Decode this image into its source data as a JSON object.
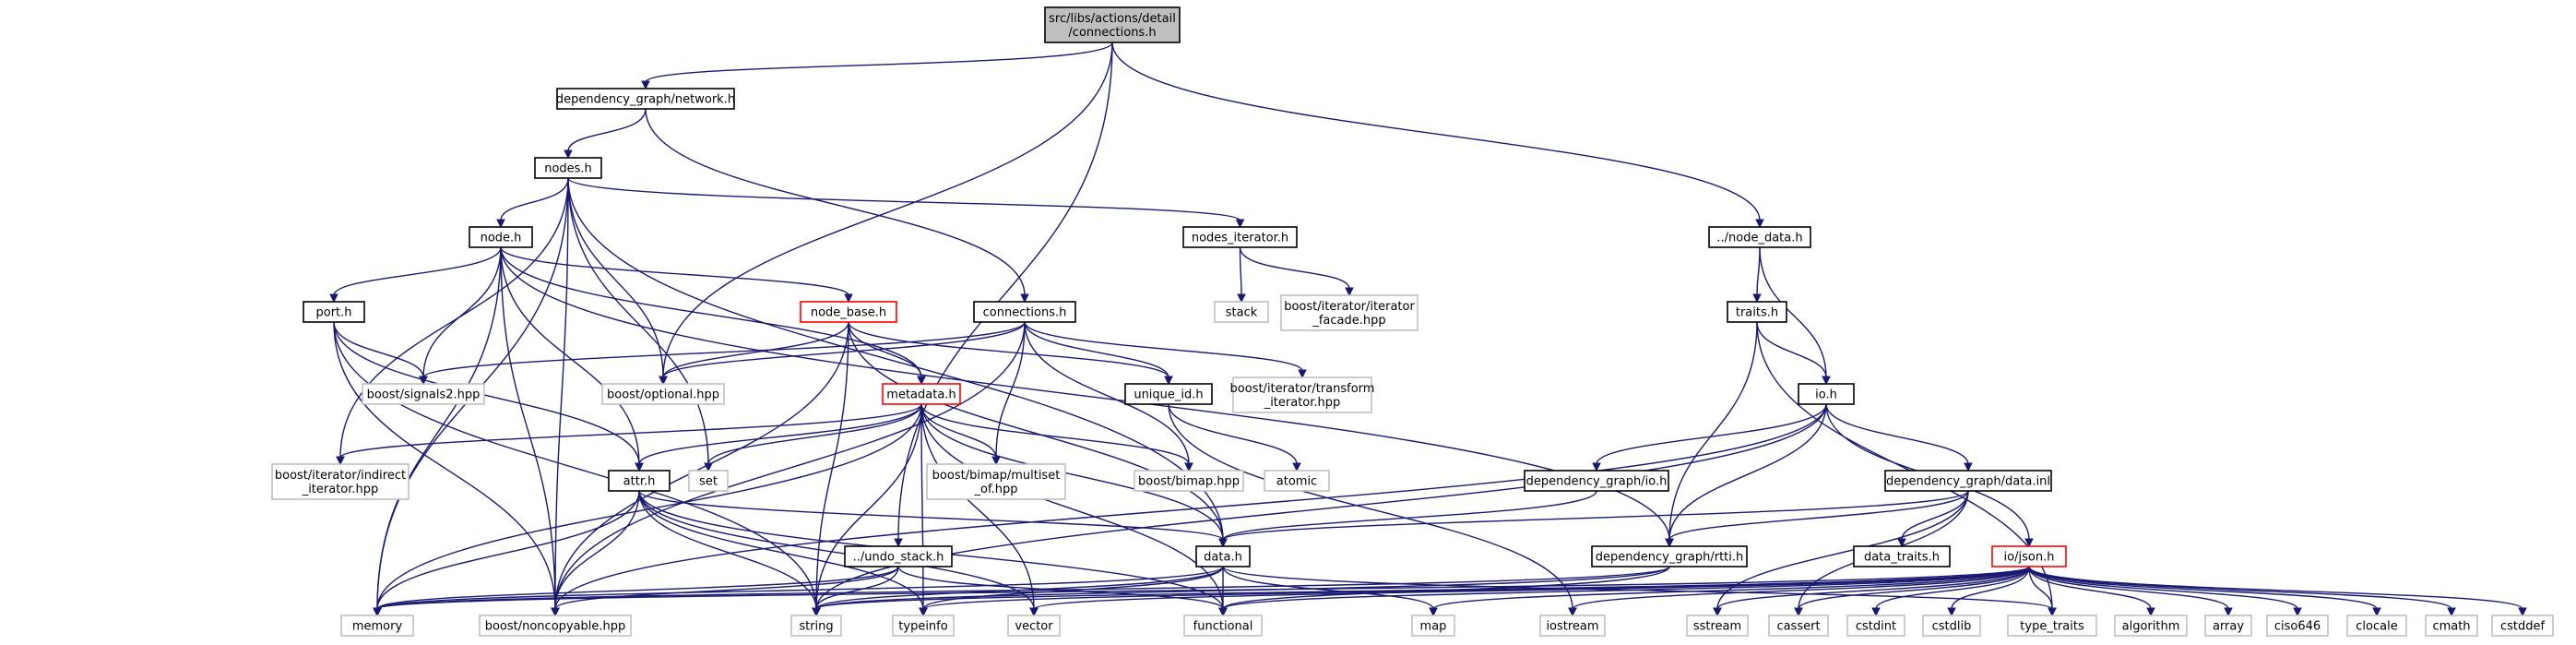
{
  "graph": {
    "nodes": [
      {
        "id": "root",
        "lines": [
          "src/libs/actions/detail",
          "/connections.h"
        ],
        "style": "root"
      },
      {
        "id": "network",
        "lines": [
          "dependency_graph/network.h"
        ],
        "style": "normal"
      },
      {
        "id": "nodes",
        "lines": [
          "nodes.h"
        ],
        "style": "normal"
      },
      {
        "id": "node",
        "lines": [
          "node.h"
        ],
        "style": "normal"
      },
      {
        "id": "nodes_iterator",
        "lines": [
          "nodes_iterator.h"
        ],
        "style": "normal"
      },
      {
        "id": "stack",
        "lines": [
          "stack"
        ],
        "style": "sys"
      },
      {
        "id": "iterator_facade",
        "lines": [
          "boost/iterator/iterator",
          "_facade.hpp"
        ],
        "style": "sys"
      },
      {
        "id": "node_data",
        "lines": [
          "../node_data.h"
        ],
        "style": "normal"
      },
      {
        "id": "traits",
        "lines": [
          "traits.h"
        ],
        "style": "normal"
      },
      {
        "id": "port",
        "lines": [
          "port.h"
        ],
        "style": "normal"
      },
      {
        "id": "node_base",
        "lines": [
          "node_base.h"
        ],
        "style": "red"
      },
      {
        "id": "connections",
        "lines": [
          "connections.h"
        ],
        "style": "normal"
      },
      {
        "id": "signals2",
        "lines": [
          "boost/signals2.hpp"
        ],
        "style": "sys"
      },
      {
        "id": "optional",
        "lines": [
          "boost/optional.hpp"
        ],
        "style": "sys"
      },
      {
        "id": "metadata",
        "lines": [
          "metadata.h"
        ],
        "style": "red"
      },
      {
        "id": "unique_id",
        "lines": [
          "unique_id.h"
        ],
        "style": "normal"
      },
      {
        "id": "transform_iterator",
        "lines": [
          "boost/iterator/transform",
          "_iterator.hpp"
        ],
        "style": "sys"
      },
      {
        "id": "io",
        "lines": [
          "io.h"
        ],
        "style": "normal"
      },
      {
        "id": "indirect_iterator",
        "lines": [
          "boost/iterator/indirect",
          "_iterator.hpp"
        ],
        "style": "sys"
      },
      {
        "id": "set",
        "lines": [
          "set"
        ],
        "style": "sys"
      },
      {
        "id": "attr",
        "lines": [
          "attr.h"
        ],
        "style": "normal"
      },
      {
        "id": "multiset",
        "lines": [
          "boost/bimap/multiset",
          "_of.hpp"
        ],
        "style": "sys"
      },
      {
        "id": "bimap",
        "lines": [
          "boost/bimap.hpp"
        ],
        "style": "sys"
      },
      {
        "id": "atomic",
        "lines": [
          "atomic"
        ],
        "style": "sys"
      },
      {
        "id": "dg_io",
        "lines": [
          "dependency_graph/io.h"
        ],
        "style": "normal"
      },
      {
        "id": "data_inl",
        "lines": [
          "dependency_graph/data.inl"
        ],
        "style": "normal"
      },
      {
        "id": "data_traits",
        "lines": [
          "data_traits.h"
        ],
        "style": "normal"
      },
      {
        "id": "undo_stack",
        "lines": [
          "../undo_stack.h"
        ],
        "style": "normal"
      },
      {
        "id": "data",
        "lines": [
          "data.h"
        ],
        "style": "normal"
      },
      {
        "id": "rtti",
        "lines": [
          "dependency_graph/rtti.h"
        ],
        "style": "normal"
      },
      {
        "id": "json",
        "lines": [
          "io/json.h"
        ],
        "style": "red"
      },
      {
        "id": "memory",
        "lines": [
          "memory"
        ],
        "style": "sys"
      },
      {
        "id": "noncopyable",
        "lines": [
          "boost/noncopyable.hpp"
        ],
        "style": "sys"
      },
      {
        "id": "string",
        "lines": [
          "string"
        ],
        "style": "sys"
      },
      {
        "id": "typeinfo",
        "lines": [
          "typeinfo"
        ],
        "style": "sys"
      },
      {
        "id": "vector",
        "lines": [
          "vector"
        ],
        "style": "sys"
      },
      {
        "id": "functional",
        "lines": [
          "functional"
        ],
        "style": "sys"
      },
      {
        "id": "map",
        "lines": [
          "map"
        ],
        "style": "sys"
      },
      {
        "id": "iostream",
        "lines": [
          "iostream"
        ],
        "style": "sys"
      },
      {
        "id": "sstream",
        "lines": [
          "sstream"
        ],
        "style": "sys"
      },
      {
        "id": "cassert",
        "lines": [
          "cassert"
        ],
        "style": "sys"
      },
      {
        "id": "cstdint",
        "lines": [
          "cstdint"
        ],
        "style": "sys"
      },
      {
        "id": "cstdlib",
        "lines": [
          "cstdlib"
        ],
        "style": "sys"
      },
      {
        "id": "type_traits",
        "lines": [
          "type_traits"
        ],
        "style": "sys"
      },
      {
        "id": "algorithm",
        "lines": [
          "algorithm"
        ],
        "style": "sys"
      },
      {
        "id": "array",
        "lines": [
          "array"
        ],
        "style": "sys"
      },
      {
        "id": "ciso646",
        "lines": [
          "ciso646"
        ],
        "style": "sys"
      },
      {
        "id": "clocale",
        "lines": [
          "clocale"
        ],
        "style": "sys"
      },
      {
        "id": "cmath",
        "lines": [
          "cmath"
        ],
        "style": "sys"
      },
      {
        "id": "cstddef",
        "lines": [
          "cstddef"
        ],
        "style": "sys"
      }
    ],
    "edges": [
      [
        "root",
        "network"
      ],
      [
        "root",
        "optional"
      ],
      [
        "root",
        "node_data"
      ],
      [
        "root",
        "undo_stack"
      ],
      [
        "network",
        "nodes"
      ],
      [
        "network",
        "connections"
      ],
      [
        "nodes",
        "node"
      ],
      [
        "nodes",
        "nodes_iterator"
      ],
      [
        "nodes",
        "memory"
      ],
      [
        "nodes",
        "indirect_iterator"
      ],
      [
        "nodes",
        "noncopyable"
      ],
      [
        "nodes",
        "set"
      ],
      [
        "nodes",
        "optional"
      ],
      [
        "nodes",
        "data"
      ],
      [
        "nodes_iterator",
        "stack"
      ],
      [
        "nodes_iterator",
        "iterator_facade"
      ],
      [
        "node",
        "port"
      ],
      [
        "node",
        "signals2"
      ],
      [
        "node",
        "node_base"
      ],
      [
        "node",
        "metadata"
      ],
      [
        "node",
        "attr"
      ],
      [
        "node",
        "memory"
      ],
      [
        "node",
        "noncopyable"
      ],
      [
        "node",
        "rtti"
      ],
      [
        "port",
        "signals2"
      ],
      [
        "port",
        "attr"
      ],
      [
        "port",
        "noncopyable"
      ],
      [
        "port",
        "string"
      ],
      [
        "node_base",
        "optional"
      ],
      [
        "node_base",
        "metadata"
      ],
      [
        "node_base",
        "unique_id"
      ],
      [
        "node_base",
        "noncopyable"
      ],
      [
        "node_base",
        "string"
      ],
      [
        "node_base",
        "data"
      ],
      [
        "connections",
        "signals2"
      ],
      [
        "connections",
        "optional"
      ],
      [
        "connections",
        "unique_id"
      ],
      [
        "connections",
        "multiset"
      ],
      [
        "connections",
        "bimap"
      ],
      [
        "connections",
        "transform_iterator"
      ],
      [
        "connections",
        "noncopyable"
      ],
      [
        "metadata",
        "attr"
      ],
      [
        "metadata",
        "set"
      ],
      [
        "metadata",
        "multiset"
      ],
      [
        "metadata",
        "bimap"
      ],
      [
        "metadata",
        "indirect_iterator"
      ],
      [
        "metadata",
        "memory"
      ],
      [
        "metadata",
        "string"
      ],
      [
        "metadata",
        "typeinfo"
      ],
      [
        "metadata",
        "functional"
      ],
      [
        "metadata",
        "data"
      ],
      [
        "metadata",
        "vector"
      ],
      [
        "unique_id",
        "atomic"
      ],
      [
        "unique_id",
        "iostream"
      ],
      [
        "attr",
        "data"
      ],
      [
        "attr",
        "memory"
      ],
      [
        "attr",
        "noncopyable"
      ],
      [
        "attr",
        "string"
      ],
      [
        "attr",
        "vector"
      ],
      [
        "attr",
        "functional"
      ],
      [
        "attr",
        "typeinfo"
      ],
      [
        "node_data",
        "traits"
      ],
      [
        "node_data",
        "io"
      ],
      [
        "traits",
        "io"
      ],
      [
        "traits",
        "rtti"
      ],
      [
        "traits",
        "type_traits"
      ],
      [
        "io",
        "dg_io"
      ],
      [
        "io",
        "data_inl"
      ],
      [
        "io",
        "rtti"
      ],
      [
        "io",
        "json"
      ],
      [
        "io",
        "noncopyable"
      ],
      [
        "io",
        "string"
      ],
      [
        "dg_io",
        "data"
      ],
      [
        "data_inl",
        "data"
      ],
      [
        "data_inl",
        "rtti"
      ],
      [
        "data_inl",
        "data_traits"
      ],
      [
        "data_inl",
        "sstream"
      ],
      [
        "data_inl",
        "cassert"
      ],
      [
        "undo_stack",
        "memory"
      ],
      [
        "undo_stack",
        "noncopyable"
      ],
      [
        "undo_stack",
        "string"
      ],
      [
        "undo_stack",
        "functional"
      ],
      [
        "data",
        "memory"
      ],
      [
        "data",
        "functional"
      ],
      [
        "data",
        "map"
      ],
      [
        "data",
        "type_traits"
      ],
      [
        "data",
        "typeinfo"
      ],
      [
        "data",
        "string"
      ],
      [
        "rtti",
        "functional"
      ],
      [
        "rtti",
        "string"
      ],
      [
        "rtti",
        "memory"
      ],
      [
        "json",
        "memory"
      ],
      [
        "json",
        "string"
      ],
      [
        "json",
        "typeinfo"
      ],
      [
        "json",
        "vector"
      ],
      [
        "json",
        "functional"
      ],
      [
        "json",
        "map"
      ],
      [
        "json",
        "iostream"
      ],
      [
        "json",
        "sstream"
      ],
      [
        "json",
        "cassert"
      ],
      [
        "json",
        "cstdint"
      ],
      [
        "json",
        "cstdlib"
      ],
      [
        "json",
        "type_traits"
      ],
      [
        "json",
        "algorithm"
      ],
      [
        "json",
        "array"
      ],
      [
        "json",
        "ciso646"
      ],
      [
        "json",
        "clocale"
      ],
      [
        "json",
        "cmath"
      ],
      [
        "json",
        "cstddef"
      ]
    ]
  }
}
